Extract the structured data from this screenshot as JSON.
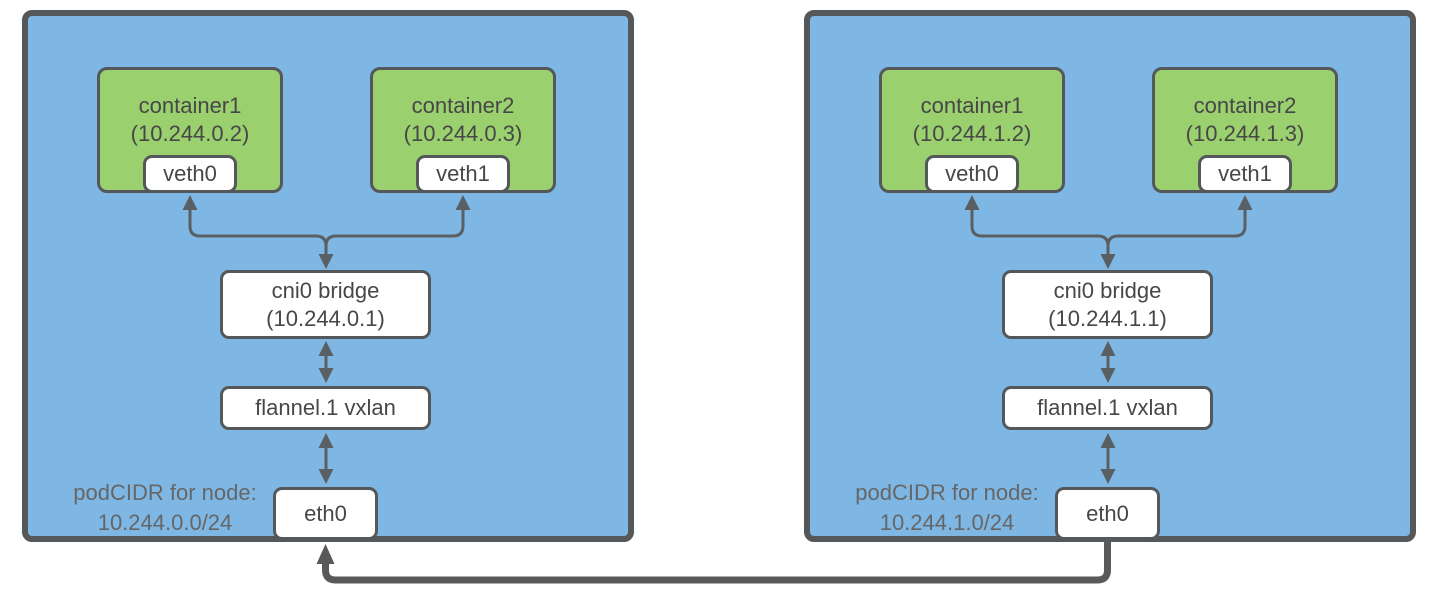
{
  "colors": {
    "background": "#ffffff",
    "node_fill": "#7EB7E4",
    "node_border": "#54585A",
    "container_fill": "#9BD06F",
    "box_fill": "#ffffff",
    "box_border": "#54585A",
    "label_text": "#474747",
    "cidr_text": "#666666",
    "arrow": "#5A5F63",
    "link": "#595959"
  },
  "nodes": [
    {
      "id": "node-1",
      "containers": [
        {
          "name": "container1",
          "ip": "(10.244.0.2)",
          "veth": "veth0"
        },
        {
          "name": "container2",
          "ip": "(10.244.0.3)",
          "veth": "veth1"
        }
      ],
      "bridge": {
        "label": "cni0 bridge",
        "ip": "(10.244.0.1)"
      },
      "vxlan": {
        "label": "flannel.1 vxlan"
      },
      "eth": {
        "label": "eth0"
      },
      "podcidr": {
        "label": "podCIDR for node:",
        "value": "10.244.0.0/24"
      }
    },
    {
      "id": "node-2",
      "containers": [
        {
          "name": "container1",
          "ip": "(10.244.1.2)",
          "veth": "veth0"
        },
        {
          "name": "container2",
          "ip": "(10.244.1.3)",
          "veth": "veth1"
        }
      ],
      "bridge": {
        "label": "cni0 bridge",
        "ip": "(10.244.1.1)"
      },
      "vxlan": {
        "label": "flannel.1 vxlan"
      },
      "eth": {
        "label": "eth0"
      },
      "podcidr": {
        "label": "podCIDR for node:",
        "value": "10.244.1.0/24"
      }
    }
  ]
}
